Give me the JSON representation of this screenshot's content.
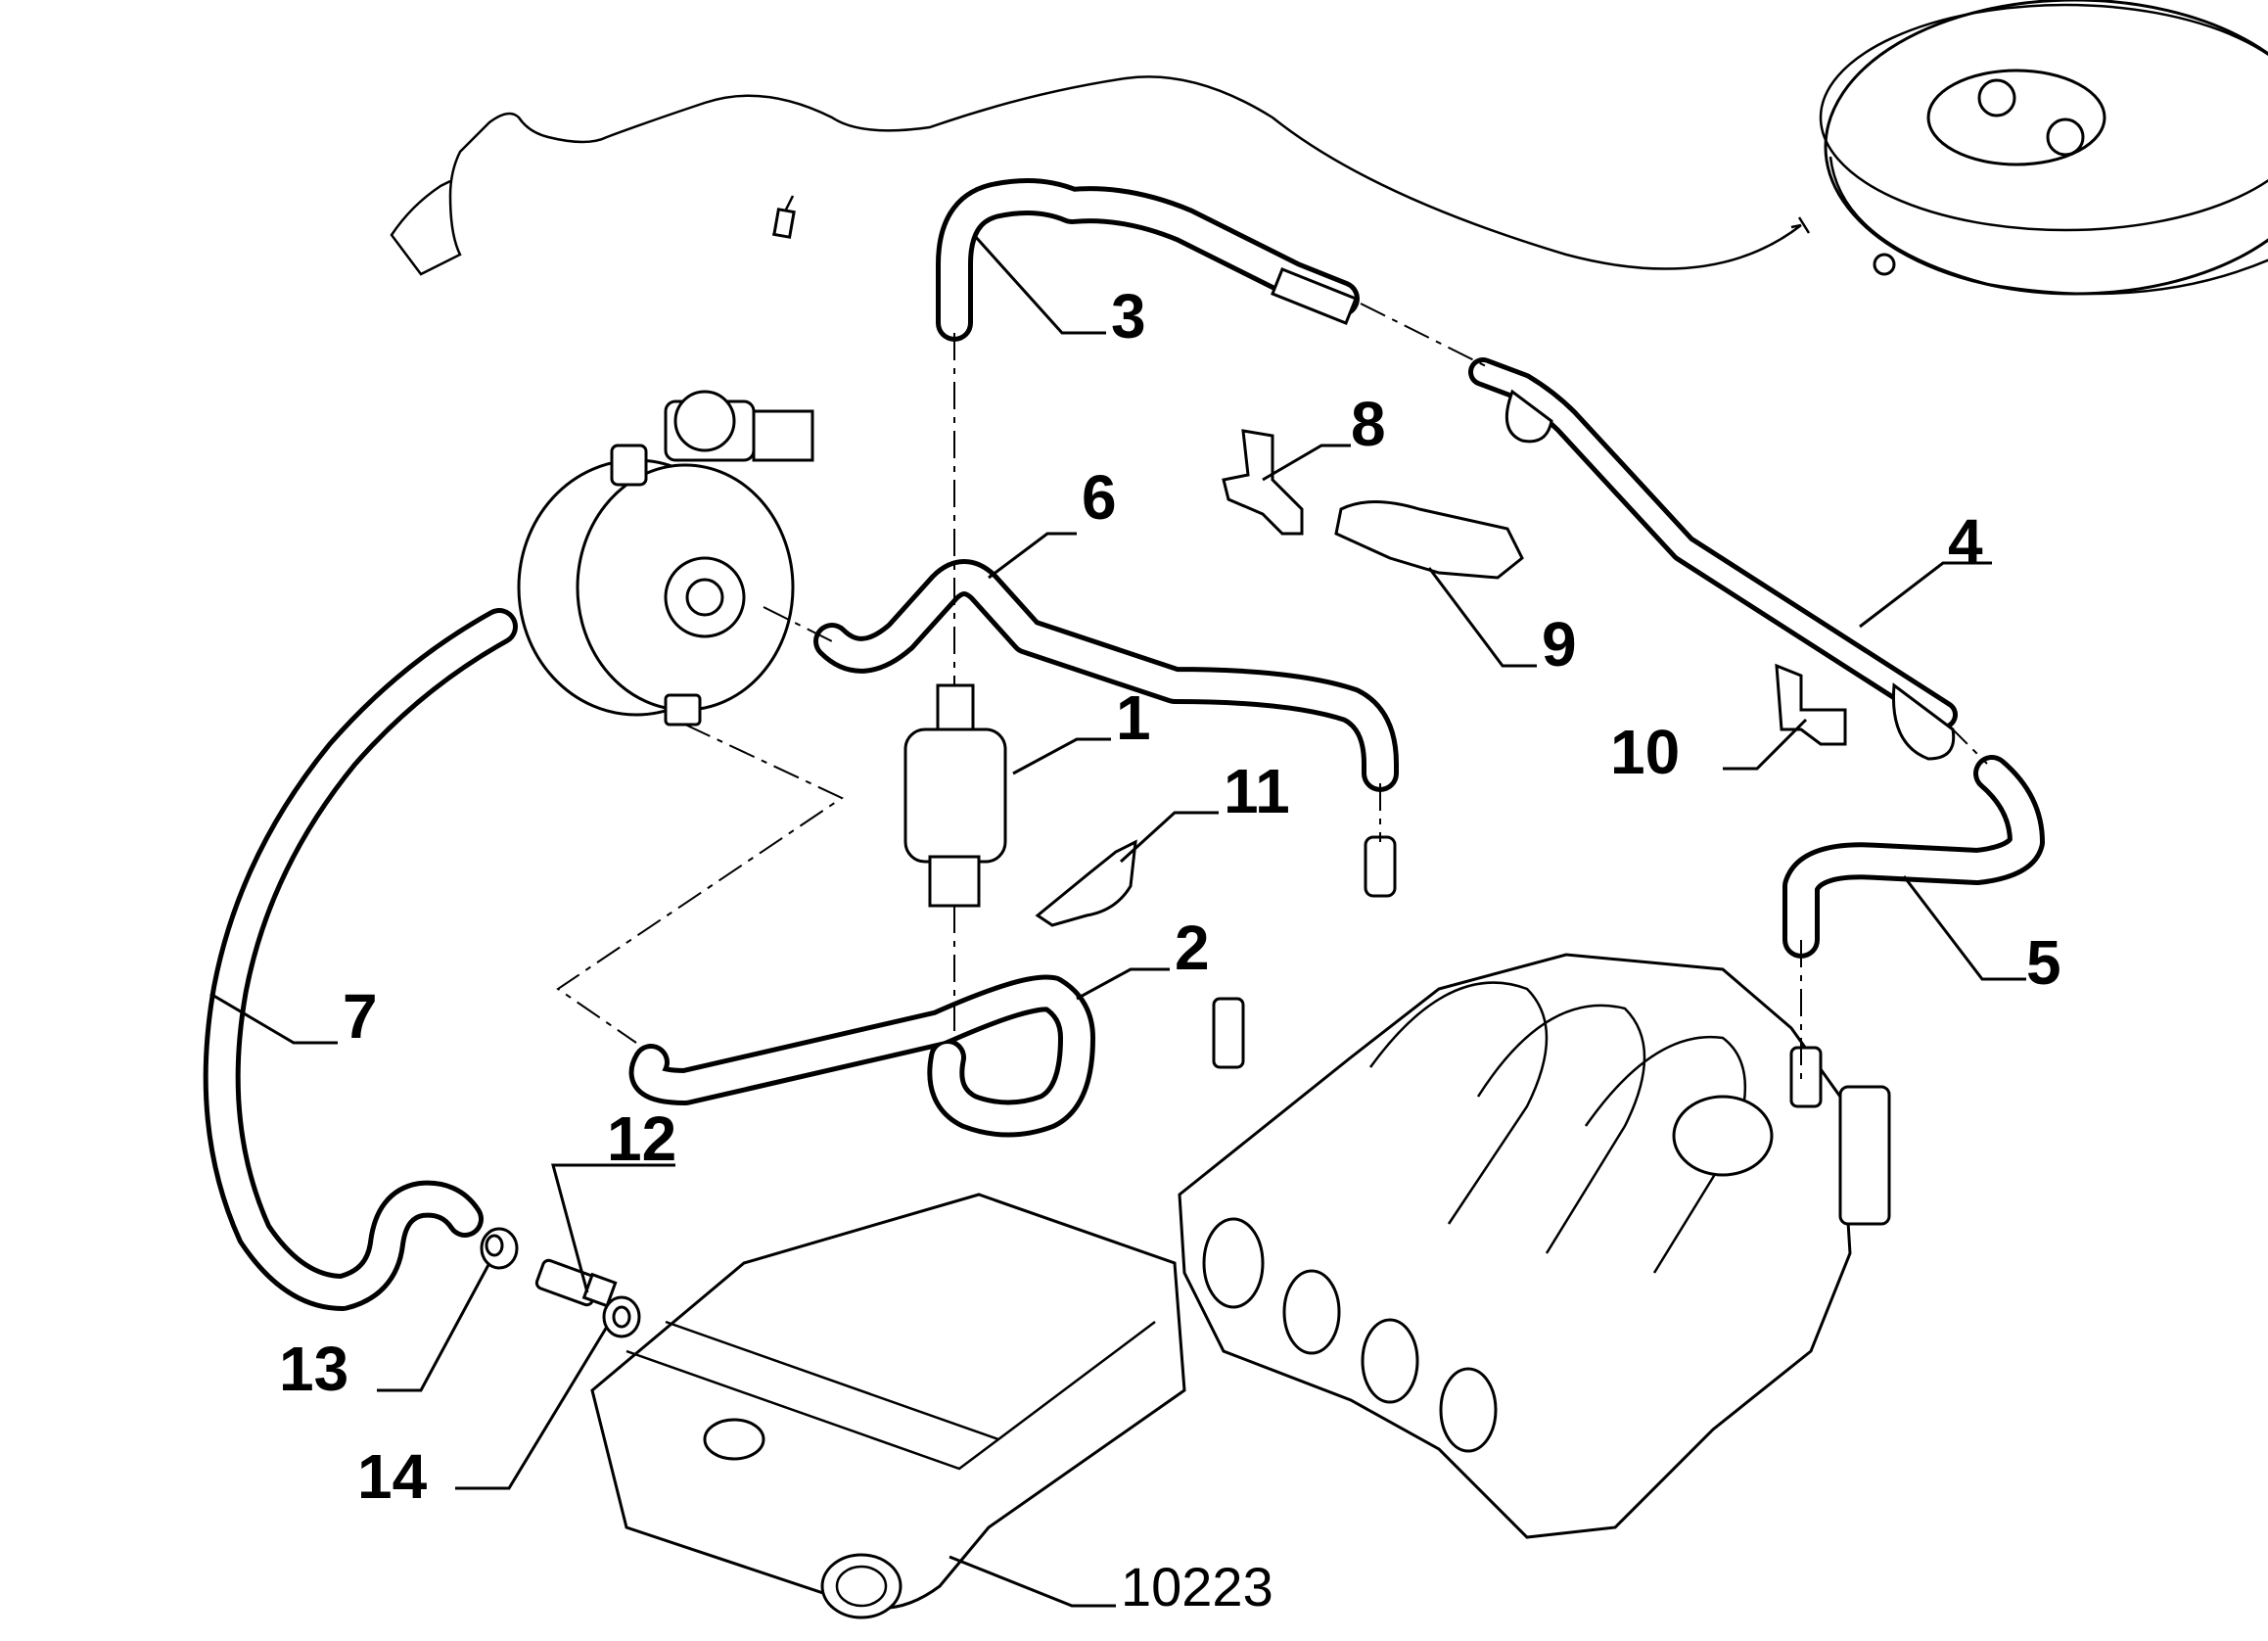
{
  "callouts": {
    "c1": "1",
    "c2": "2",
    "c3": "3",
    "c4": "4",
    "c5": "5",
    "c6": "6",
    "c7": "7",
    "c8": "8",
    "c9": "9",
    "c10": "10",
    "c11": "11",
    "c12": "12",
    "c13": "13",
    "c14": "14",
    "ref": "10223"
  }
}
